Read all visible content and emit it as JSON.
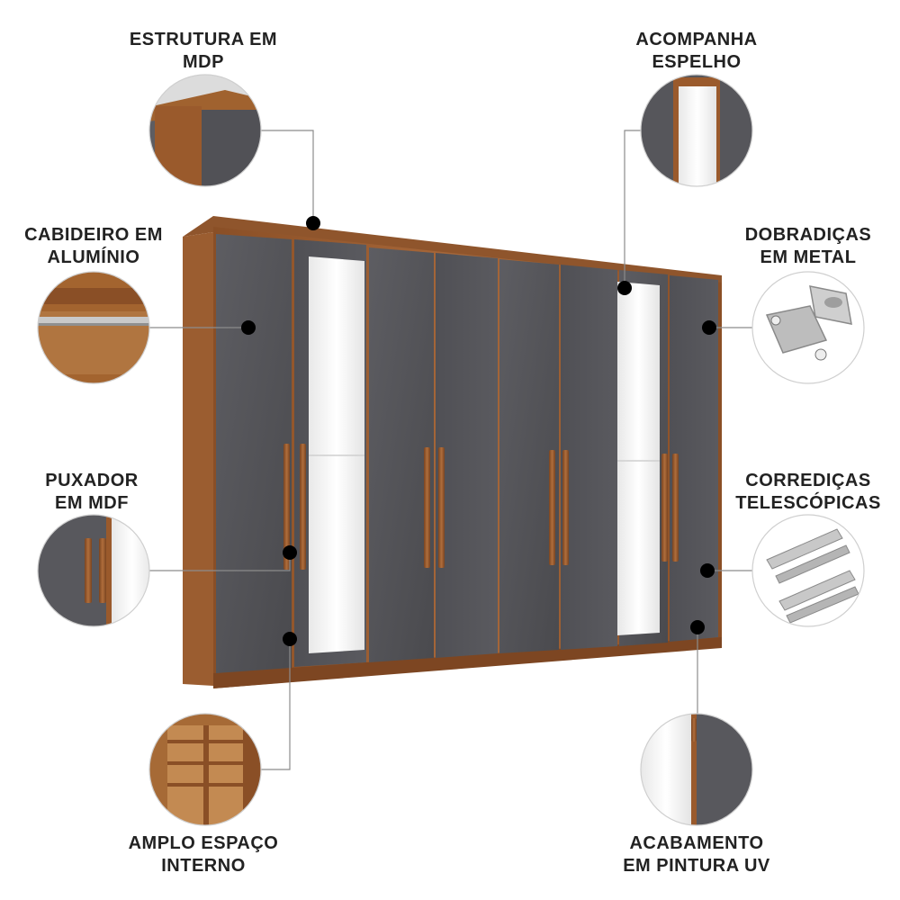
{
  "features": [
    {
      "id": "estrutura",
      "lines": [
        "ESTRUTURA EM",
        "MDP"
      ]
    },
    {
      "id": "espelho",
      "lines": [
        "ACOMPANHA",
        "ESPELHO"
      ]
    },
    {
      "id": "cabideiro",
      "lines": [
        "CABIDEIRO EM",
        "ALUMÍNIO"
      ]
    },
    {
      "id": "dobradicas",
      "lines": [
        "DOBRADIÇAS",
        "EM METAL"
      ]
    },
    {
      "id": "puxador",
      "lines": [
        "PUXADOR",
        "EM MDF"
      ]
    },
    {
      "id": "corredicas",
      "lines": [
        "CORREDIÇAS",
        "TELESCÓPICAS"
      ]
    },
    {
      "id": "espaco",
      "lines": [
        "AMPLO ESPAÇO",
        "INTERNO"
      ]
    },
    {
      "id": "acabamento",
      "lines": [
        "ACABAMENTO",
        "EM PINTURA UV"
      ]
    }
  ],
  "colors": {
    "wood": "#9a5a2c",
    "wood_dark": "#6e3d1c",
    "door": "#55555a",
    "door_dark": "#47474b",
    "mirror": "#f2f2f2",
    "dot": "#000000",
    "line": "#888888"
  }
}
